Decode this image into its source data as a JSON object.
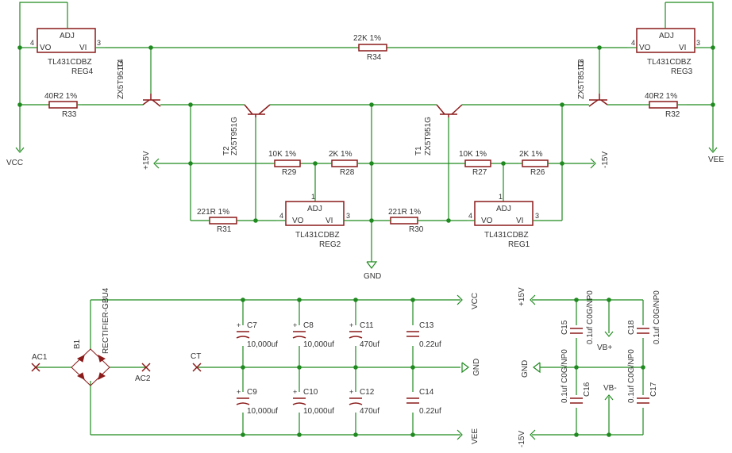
{
  "regulators": {
    "reg4": {
      "pin_adj": "ADJ",
      "pin_vo": "VO",
      "pin_vi": "VI",
      "pin_left": "4",
      "pin_right": "3",
      "part": "TL431CDBZ",
      "ref": "REG4"
    },
    "reg3": {
      "pin_adj": "ADJ",
      "pin_vo": "VO",
      "pin_vi": "VI",
      "pin_left": "4",
      "pin_right": "3",
      "part": "TL431CDBZ",
      "ref": "REG3"
    },
    "reg2": {
      "pin_adj": "ADJ",
      "pin_vo": "VO",
      "pin_vi": "VI",
      "pin_left": "4",
      "pin_right": "3",
      "pin_top": "1",
      "part": "TL431CDBZ",
      "ref": "REG2"
    },
    "reg1": {
      "pin_adj": "ADJ",
      "pin_vo": "VO",
      "pin_vi": "VI",
      "pin_left": "4",
      "pin_right": "3",
      "pin_top": "1",
      "part": "TL431CDBZ",
      "ref": "REG1"
    }
  },
  "resistors": {
    "r34": {
      "value": "22K 1%",
      "ref": "R34"
    },
    "r33": {
      "value": "40R2 1%",
      "ref": "R33"
    },
    "r32": {
      "value": "40R2 1%",
      "ref": "R32"
    },
    "r29": {
      "value": "10K 1%",
      "ref": "R29"
    },
    "r28": {
      "value": "2K 1%",
      "ref": "R28"
    },
    "r27": {
      "value": "10K 1%",
      "ref": "R27"
    },
    "r26": {
      "value": "2K 1%",
      "ref": "R26"
    },
    "r31": {
      "value": "221R 1%",
      "ref": "R31"
    },
    "r30": {
      "value": "221R 1%",
      "ref": "R30"
    }
  },
  "transistors": {
    "t4": {
      "ref": "T4",
      "part": "ZX5T951G"
    },
    "t3": {
      "ref": "T3",
      "part": "ZX5T851G"
    },
    "t2": {
      "ref": "T2",
      "part": "ZX5T951G"
    },
    "t1": {
      "ref": "T1",
      "part": "ZX5T951G"
    }
  },
  "nets": {
    "vcc": "VCC",
    "vee": "VEE",
    "p15": "+15V",
    "m15": "-15V",
    "gnd": "GND",
    "vbp": "VB+",
    "vbm": "VB-",
    "ac1": "AC1",
    "ac2": "AC2",
    "ct": "CT"
  },
  "rectifier": {
    "ref": "B1",
    "part": "RECTIFIER-GBU4"
  },
  "capacitors": {
    "c7": {
      "ref": "C7",
      "value": "10,000uf"
    },
    "c8": {
      "ref": "C8",
      "value": "10,000uf"
    },
    "c11": {
      "ref": "C11",
      "value": "470uf"
    },
    "c13": {
      "ref": "C13",
      "value": "0.22uf"
    },
    "c9": {
      "ref": "C9",
      "value": "10,000uf"
    },
    "c10": {
      "ref": "C10",
      "value": "10,000uf"
    },
    "c12": {
      "ref": "C12",
      "value": "470uf"
    },
    "c14": {
      "ref": "C14",
      "value": "0.22uf"
    },
    "c15": {
      "ref": "C15",
      "value": "0.1uf C0G/NP0"
    },
    "c18": {
      "ref": "C18",
      "value": "0.1uf C0G/NP0"
    },
    "c16": {
      "ref": "C16",
      "value": "0.1uf C0G/NP0"
    },
    "c17": {
      "ref": "C17",
      "value": "0.1uf C0G/NP0"
    }
  }
}
